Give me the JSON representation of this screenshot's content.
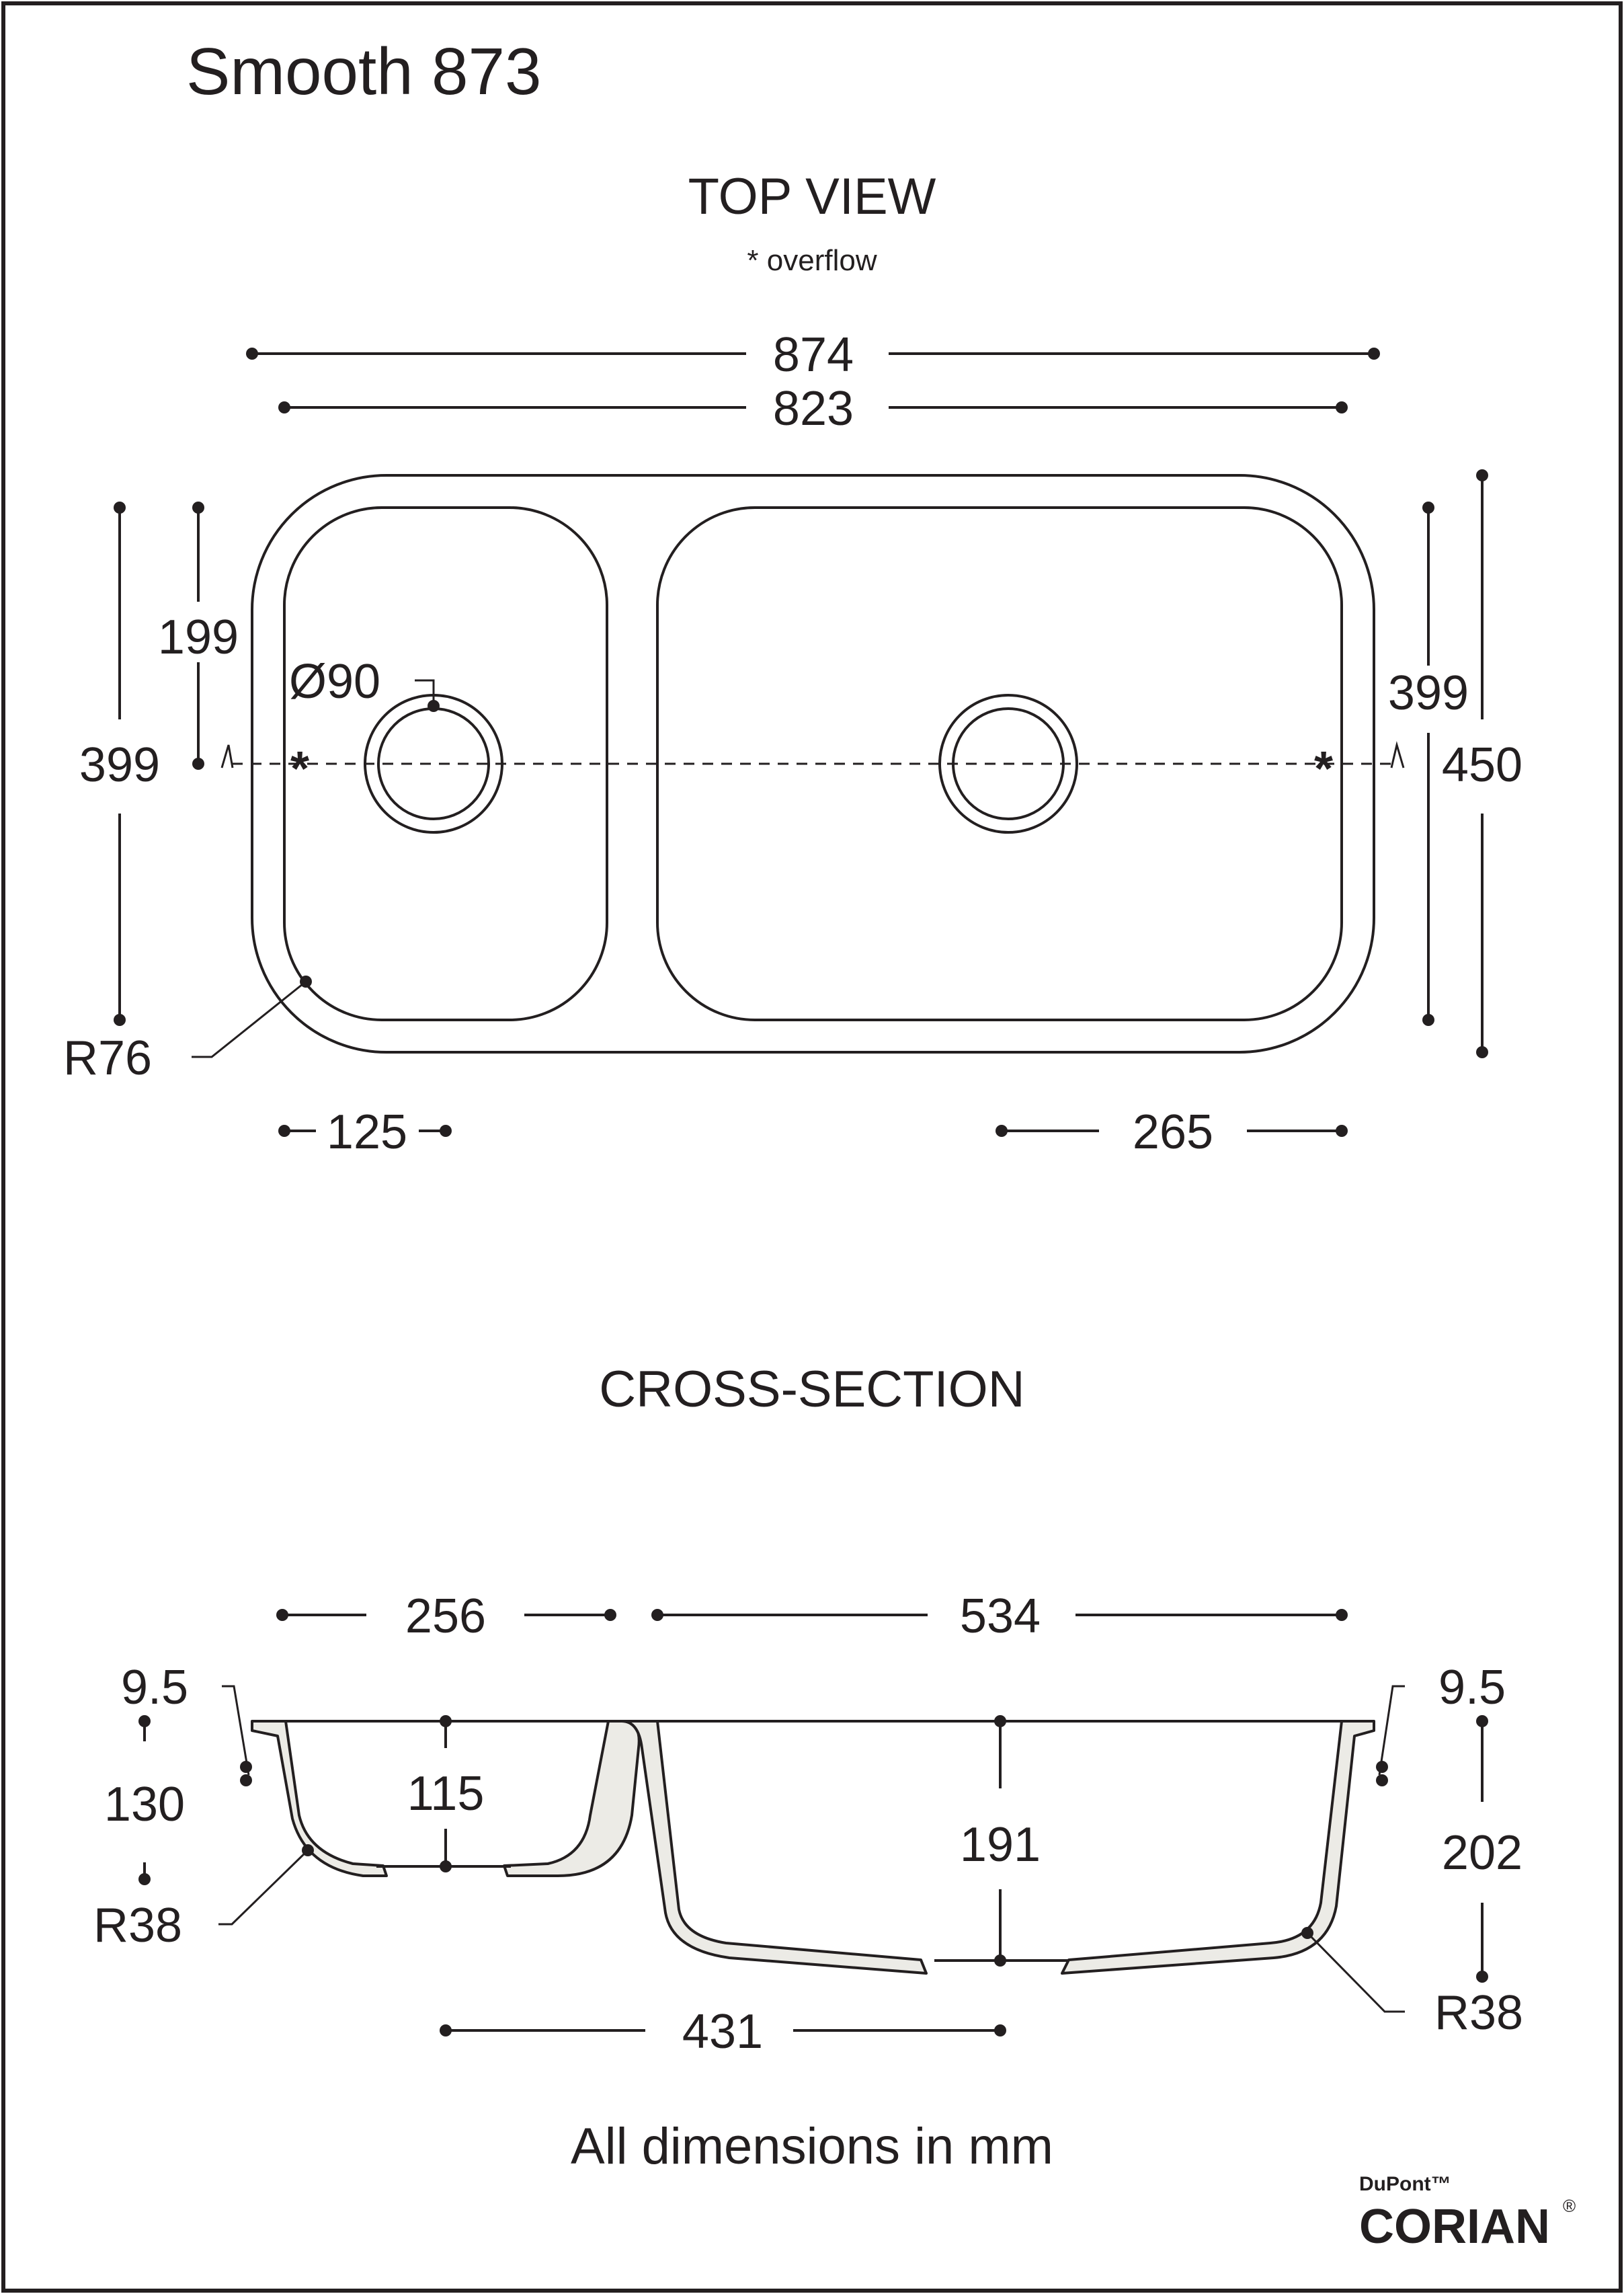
{
  "title": "Smooth 873",
  "top_view": {
    "heading": "TOP VIEW",
    "note": "* overflow",
    "overall_width": "874",
    "inner_width": "823",
    "left_height_overall": "399",
    "left_half_height": "199",
    "right_inner_height": "399",
    "right_overall_height": "450",
    "drain_diameter": "Ø90",
    "corner_radius": "R76",
    "left_drain_offset": "125",
    "right_drain_offset": "265",
    "overflow_marker": "*"
  },
  "cross_section": {
    "heading": "CROSS-SECTION",
    "left_bowl_width": "256",
    "right_bowl_width": "534",
    "left_thickness": "9.5",
    "right_thickness": "9.5",
    "left_outer_depth": "130",
    "left_inner_depth": "115",
    "right_inner_depth": "191",
    "right_outer_depth": "202",
    "left_radius": "R38",
    "right_radius": "R38",
    "drain_spacing": "431"
  },
  "footer": {
    "note": "All dimensions in mm",
    "brand_small": "DuPont™",
    "brand_large": "CORIAN",
    "brand_mark": "®"
  }
}
